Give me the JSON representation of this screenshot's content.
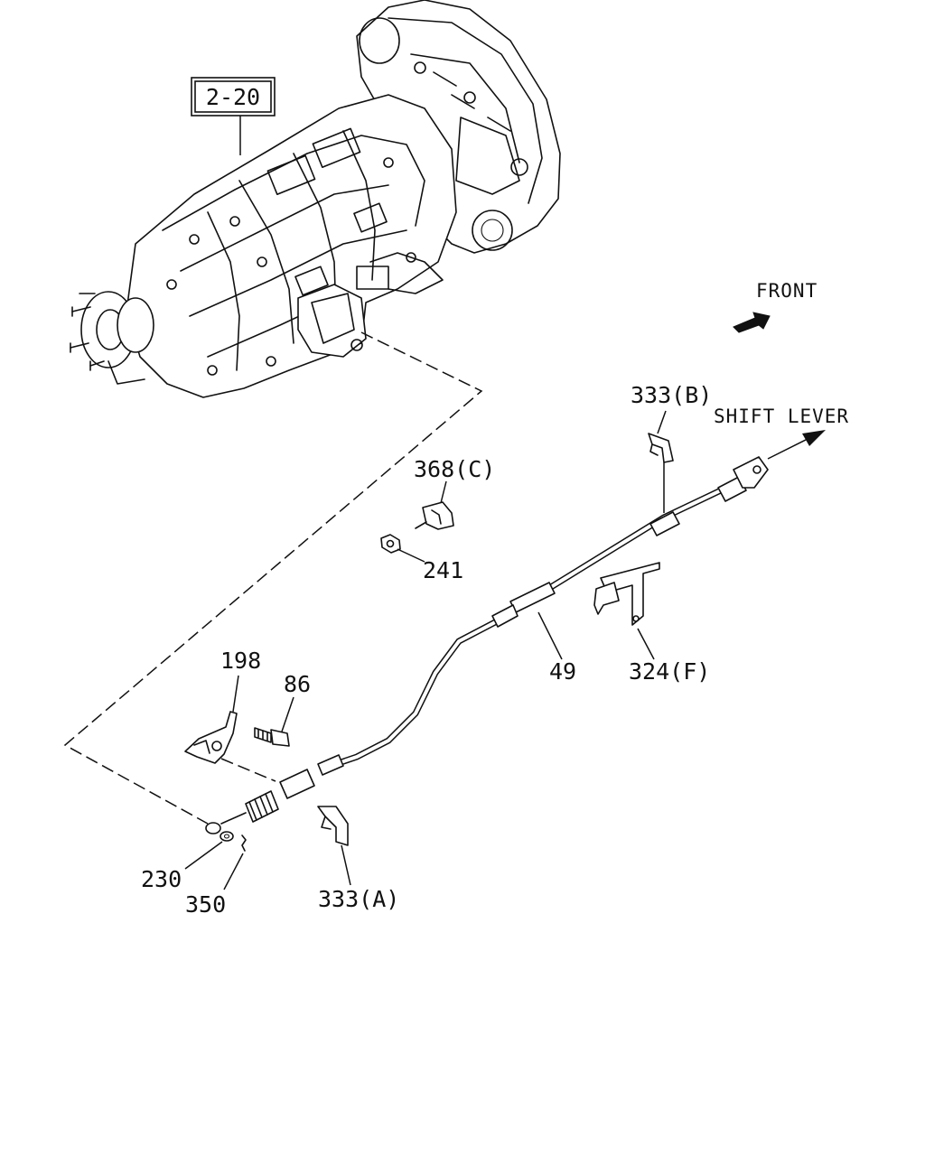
{
  "callouts": {
    "ref_2_20": "2-20",
    "front": "FRONT",
    "shift_lever": "SHIFT LEVER",
    "p333b": "333(B)",
    "p368c": "368(C)",
    "p241": "241",
    "p198": "198",
    "p86": "86",
    "p49": "49",
    "p324f": "324(F)",
    "p230": "230",
    "p350": "350",
    "p333a": "333(A)"
  },
  "icons": {
    "front_arrow": "front-direction-arrow-icon",
    "shift_arrow": "shift-lever-direction-arrow-icon"
  }
}
